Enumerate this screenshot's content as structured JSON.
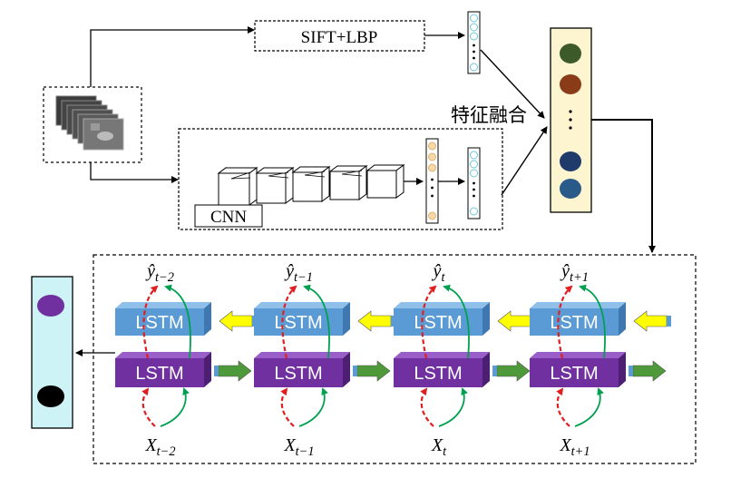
{
  "feature_extraction": {
    "handcrafted_label": "SIFT+LBP",
    "cnn_label": "CNN",
    "fusion_label": "特征融合"
  },
  "lstm": {
    "cell_label": "LSTM",
    "steps": [
      {
        "input_base": "X",
        "input_sub": "t−2",
        "output_base": "ŷ",
        "output_sub": "t−2"
      },
      {
        "input_base": "X",
        "input_sub": "t−1",
        "output_base": "ŷ",
        "output_sub": "t−1"
      },
      {
        "input_base": "X",
        "input_sub": "t",
        "output_base": "ŷ",
        "output_sub": "t"
      },
      {
        "input_base": "X",
        "input_sub": "t+1",
        "output_base": "ŷ",
        "output_sub": "t+1"
      }
    ]
  },
  "colors": {
    "lstm_backward": "#5b9bd5",
    "lstm_forward": "#7030a0",
    "fusion_bg": "#fdf5cf",
    "output_bg": "#cdf3f7",
    "arrow_forward": "#4e9a3a",
    "arrow_backward": "#ffff00",
    "red_dashed": "#e02020",
    "green_curve": "#00a050"
  },
  "icons": [
    "video-frames-icon",
    "feature-vector-icon",
    "conv-layer-icon",
    "arrow-right-icon",
    "arrow-left-icon"
  ]
}
